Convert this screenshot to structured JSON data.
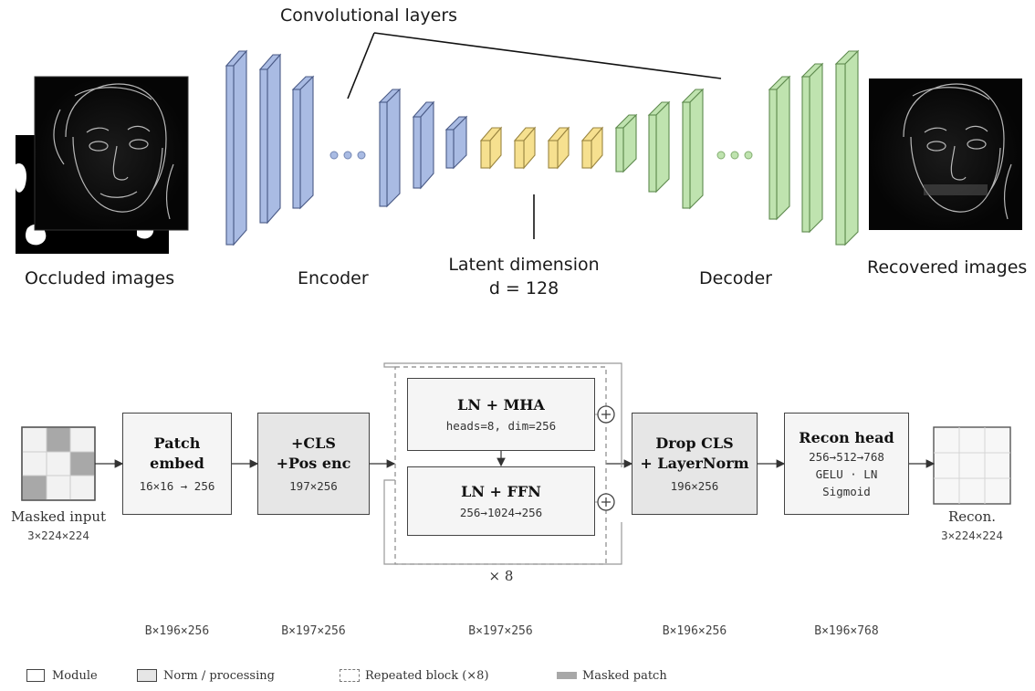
{
  "top": {
    "conv_label": "Convolutional layers",
    "occluded_label": "Occluded images",
    "encoder_label": "Encoder",
    "latent_line1": "Latent dimension",
    "latent_line2": "d = 128",
    "decoder_label": "Decoder",
    "recovered_label": "Recovered images"
  },
  "bottom": {
    "masked_input_label": "Masked input",
    "masked_input_shape": "3×224×224",
    "patch_embed": {
      "title1": "Patch",
      "title2": "embed",
      "sub": "16×16 → 256"
    },
    "cls_pos": {
      "title1": "+CLS",
      "title2": "+Pos enc",
      "sub": "197×256"
    },
    "ln_mha": {
      "title": "LN + MHA",
      "sub": "heads=8, dim=256"
    },
    "ln_ffn": {
      "title": "LN + FFN",
      "sub": "256→1024→256"
    },
    "repeat_label": "× 8",
    "drop_cls": {
      "title1": "Drop CLS",
      "title2": "+ LayerNorm",
      "sub": "196×256"
    },
    "recon_head": {
      "title": "Recon head",
      "sub1": "256→512→768",
      "sub2": "GELU · LN",
      "sub3": "Sigmoid"
    },
    "recon_label": "Recon.",
    "recon_shape": "3×224×224"
  },
  "shapes": [
    "B×196×256",
    "B×197×256",
    "B×197×256",
    "B×196×256",
    "B×196×768"
  ],
  "legend": {
    "module": "Module",
    "norm": "Norm / processing",
    "repeated": "Repeated block (×8)",
    "masked": "Masked patch"
  },
  "colors": {
    "encoder_blue": "#a9bbe3",
    "latent_yellow": "#f6e08f",
    "decoder_green": "#bfe3af",
    "module_fill": "#f5f5f5",
    "norm_fill": "#e6e6e6",
    "mask_gray": "#a8a8a8"
  }
}
